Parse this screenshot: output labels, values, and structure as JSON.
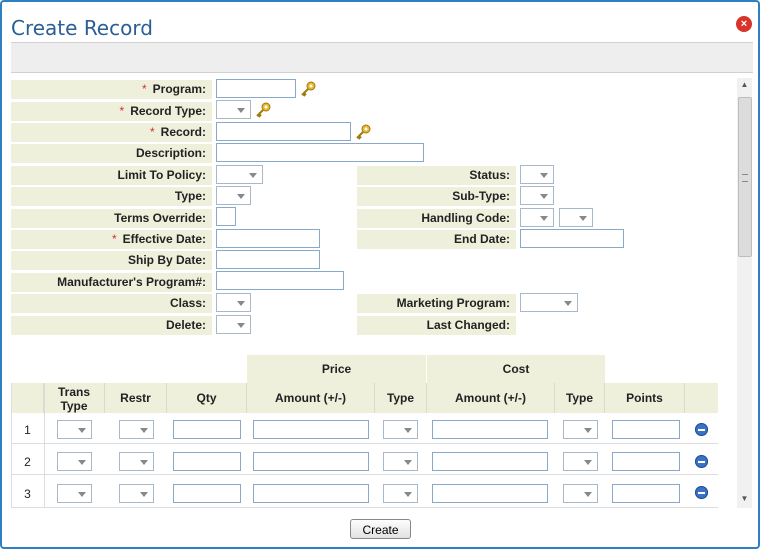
{
  "dialog": {
    "title": "Create Record",
    "close_icon": "close-icon"
  },
  "form": {
    "program": "Program:",
    "record_type": "Record Type:",
    "record": "Record:",
    "description": "Description:",
    "limit_to_policy": "Limit To Policy:",
    "status": "Status:",
    "type": "Type:",
    "sub_type": "Sub-Type:",
    "terms_override": "Terms Override:",
    "handling_code": "Handling Code:",
    "effective_date": "Effective Date:",
    "end_date": "End Date:",
    "ship_by_date": "Ship By Date:",
    "manufacturers_program": "Manufacturer's Program#:",
    "class": "Class:",
    "marketing_program": "Marketing Program:",
    "delete": "Delete:",
    "last_changed": "Last Changed:",
    "required_mark": "*"
  },
  "grid": {
    "group_price": "Price",
    "group_cost": "Cost",
    "columns": [
      "Trans Type",
      "Restr",
      "Qty",
      "Amount (+/-)",
      "Type",
      "Amount (+/-)",
      "Type",
      "Points"
    ],
    "rows": [
      "1",
      "2",
      "3"
    ]
  },
  "footer": {
    "create_label": "Create"
  },
  "colors": {
    "accent": "#2f7fc1",
    "label_bg": "#eef0dc",
    "title": "#2b5f93"
  }
}
